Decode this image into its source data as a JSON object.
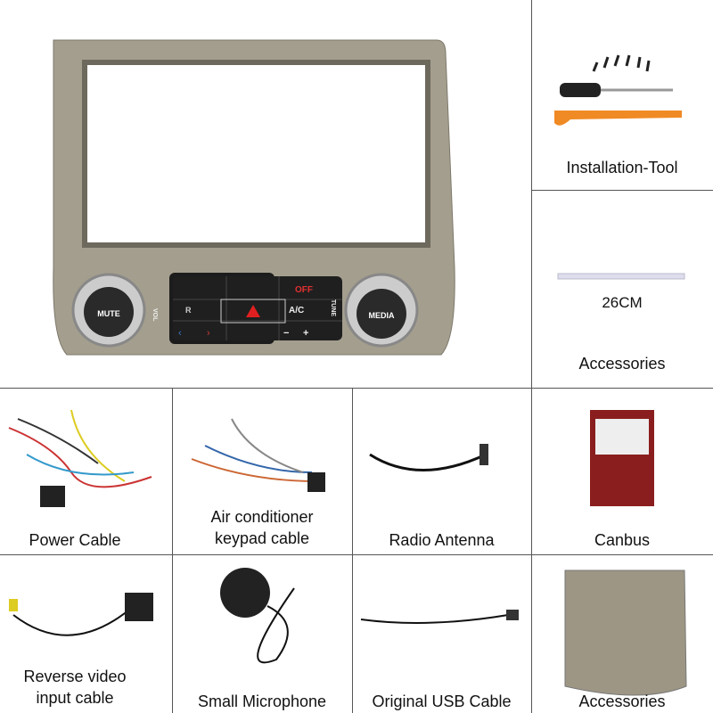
{
  "panel": {
    "knob_left": "MUTE",
    "knob_left_arc": "VOL",
    "knob_right": "MEDIA",
    "knob_right_arc": "TUNE",
    "btn_off": "OFF",
    "btn_ac": "A/C",
    "btn_rear": "R",
    "btn_fan_minus": "−",
    "btn_fan_plus": "+"
  },
  "items": [
    {
      "label": "Installation-Tool"
    },
    {
      "label": "26CM"
    },
    {
      "label": "Accessories"
    },
    {
      "label": "Power Cable"
    },
    {
      "label_line1": "Air conditioner",
      "label_line2": "keypad cable"
    },
    {
      "label": "Radio Antenna"
    },
    {
      "label": "Canbus"
    },
    {
      "label_line1": "Reverse video",
      "label_line2": "input cable"
    },
    {
      "label": "Small Microphone"
    },
    {
      "label": "Original USB Cable"
    },
    {
      "label": "Accessories"
    }
  ],
  "colors": {
    "frame": "#9b9585",
    "grid": "#555555",
    "pry_tool": "#f08a24",
    "canbus": "#8a1e1e"
  }
}
